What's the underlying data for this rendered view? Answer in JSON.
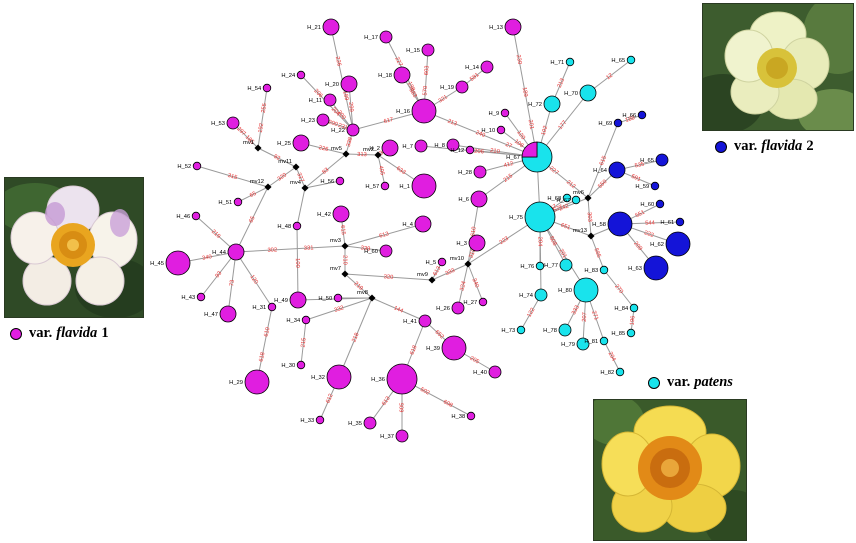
{
  "colors": {
    "flavida1": "#e01ee0",
    "flavida2": "#1414d8",
    "patens": "#19e3ec",
    "edge": "#9a9a9a",
    "mutation": "#e63333",
    "median": "#000000"
  },
  "legend": [
    {
      "group": "flavida1",
      "prefix": "var.",
      "name": "flavida",
      "suffix": "1"
    },
    {
      "group": "flavida2",
      "prefix": "var.",
      "name": "flavida",
      "suffix": "2"
    },
    {
      "group": "patens",
      "prefix": "var.",
      "name": "patens",
      "suffix": ""
    }
  ],
  "photos": [
    {
      "name": "flower-photo-var-flavida-1",
      "subject": "white-pink camellia flower"
    },
    {
      "name": "flower-photo-var-flavida-2",
      "subject": "pale yellow camellia flower"
    },
    {
      "name": "flower-photo-var-patens",
      "subject": "golden yellow camellia flower"
    }
  ],
  "network": {
    "nodes": [
      {
        "id": "H_13",
        "group": "flavida1",
        "size": "s"
      },
      {
        "id": "H_21",
        "group": "flavida1",
        "size": "s"
      },
      {
        "id": "H_17",
        "group": "flavida1",
        "size": "xs"
      },
      {
        "id": "H_15",
        "group": "flavida1",
        "size": "xs"
      },
      {
        "id": "H_24",
        "group": "flavida1",
        "size": "xxs"
      },
      {
        "id": "H_20",
        "group": "flavida1",
        "size": "s"
      },
      {
        "id": "H_18",
        "group": "flavida1",
        "size": "s"
      },
      {
        "id": "H_14",
        "group": "flavida1",
        "size": "xs"
      },
      {
        "id": "H_54",
        "group": "flavida1",
        "size": "xxs"
      },
      {
        "id": "H_11",
        "group": "flavida1",
        "size": "xs"
      },
      {
        "id": "H_19",
        "group": "flavida1",
        "size": "xs"
      },
      {
        "id": "H_16",
        "group": "flavida1",
        "size": "m"
      },
      {
        "id": "H_23",
        "group": "flavida1",
        "size": "xs"
      },
      {
        "id": "H_53",
        "group": "flavida1",
        "size": "xs"
      },
      {
        "id": "H_22",
        "group": "flavida1",
        "size": "xs"
      },
      {
        "id": "H_9",
        "group": "flavida1",
        "size": "xxs"
      },
      {
        "id": "H_10",
        "group": "flavida1",
        "size": "xxs"
      },
      {
        "id": "H_25",
        "group": "flavida1",
        "size": "s"
      },
      {
        "id": "H_7",
        "group": "flavida1",
        "size": "xs"
      },
      {
        "id": "H_8",
        "group": "flavida1",
        "size": "xs"
      },
      {
        "id": "H_12",
        "group": "flavida1",
        "size": "xxs"
      },
      {
        "id": "H_2",
        "group": "flavida1",
        "size": "s"
      },
      {
        "id": "H_52",
        "group": "flavida1",
        "size": "xxs"
      },
      {
        "id": "H_56",
        "group": "flavida1",
        "size": "xxs"
      },
      {
        "id": "H_28",
        "group": "flavida1",
        "size": "xs"
      },
      {
        "id": "H_57",
        "group": "flavida1",
        "size": "xxs"
      },
      {
        "id": "H_1",
        "group": "flavida1",
        "size": "m"
      },
      {
        "id": "H_51",
        "group": "flavida1",
        "size": "xxs"
      },
      {
        "id": "H_6",
        "group": "flavida1",
        "size": "s"
      },
      {
        "id": "H_46",
        "group": "flavida1",
        "size": "xxs"
      },
      {
        "id": "H_42",
        "group": "flavida1",
        "size": "s"
      },
      {
        "id": "H_48",
        "group": "flavida1",
        "size": "xxs"
      },
      {
        "id": "H_4",
        "group": "flavida1",
        "size": "s"
      },
      {
        "id": "H_44",
        "group": "flavida1",
        "size": "s"
      },
      {
        "id": "H_60",
        "group": "flavida1",
        "size": "xs"
      },
      {
        "id": "H_3",
        "group": "flavida1",
        "size": "s"
      },
      {
        "id": "H_45",
        "group": "flavida1",
        "size": "m"
      },
      {
        "id": "H_5",
        "group": "flavida1",
        "size": "xxs"
      },
      {
        "id": "H_43",
        "group": "flavida1",
        "size": "xxs"
      },
      {
        "id": "H_49",
        "group": "flavida1",
        "size": "s"
      },
      {
        "id": "H_50",
        "group": "flavida1",
        "size": "xxs"
      },
      {
        "id": "H_27",
        "group": "flavida1",
        "size": "xxs"
      },
      {
        "id": "H_47",
        "group": "flavida1",
        "size": "s"
      },
      {
        "id": "H_31",
        "group": "flavida1",
        "size": "xxs"
      },
      {
        "id": "H_26",
        "group": "flavida1",
        "size": "xs"
      },
      {
        "id": "H_34",
        "group": "flavida1",
        "size": "xxs"
      },
      {
        "id": "H_41",
        "group": "flavida1",
        "size": "xs"
      },
      {
        "id": "H_39",
        "group": "flavida1",
        "size": "m"
      },
      {
        "id": "H_30",
        "group": "flavida1",
        "size": "xxs"
      },
      {
        "id": "H_40",
        "group": "flavida1",
        "size": "xs"
      },
      {
        "id": "H_29",
        "group": "flavida1",
        "size": "m"
      },
      {
        "id": "H_32",
        "group": "flavida1",
        "size": "m"
      },
      {
        "id": "H_36",
        "group": "flavida1",
        "size": "l"
      },
      {
        "id": "H_33",
        "group": "flavida1",
        "size": "xxs"
      },
      {
        "id": "H_35",
        "group": "flavida1",
        "size": "xs"
      },
      {
        "id": "H_38",
        "group": "flavida1",
        "size": "xxs"
      },
      {
        "id": "H_37",
        "group": "flavida1",
        "size": "xs"
      },
      {
        "id": "H_71",
        "group": "patens",
        "size": "xxs"
      },
      {
        "id": "H_65",
        "group": "patens",
        "size": "xxs"
      },
      {
        "id": "H_72",
        "group": "patens",
        "size": "s"
      },
      {
        "id": "H_70",
        "group": "patens",
        "size": "s"
      },
      {
        "id": "H_67",
        "group": "patens",
        "size": "l",
        "pie": [
          {
            "group": "patens",
            "share": 0.75
          },
          {
            "group": "flavida1",
            "share": 0.25
          }
        ]
      },
      {
        "id": "H_68",
        "group": "patens",
        "size": "xxs"
      },
      {
        "id": "H_67b",
        "group": "patens",
        "size": "xxs"
      },
      {
        "id": "H_75",
        "group": "patens",
        "size": "l"
      },
      {
        "id": "H_76",
        "group": "patens",
        "size": "xxs"
      },
      {
        "id": "H_77",
        "group": "patens",
        "size": "xs"
      },
      {
        "id": "H_73",
        "group": "patens",
        "size": "xxs"
      },
      {
        "id": "H_74",
        "group": "patens",
        "size": "xs"
      },
      {
        "id": "H_80",
        "group": "patens",
        "size": "m"
      },
      {
        "id": "H_78",
        "group": "patens",
        "size": "xs"
      },
      {
        "id": "H_79",
        "group": "patens",
        "size": "xs"
      },
      {
        "id": "H_81",
        "group": "patens",
        "size": "xxs"
      },
      {
        "id": "H_82",
        "group": "patens",
        "size": "xxs"
      },
      {
        "id": "H_83",
        "group": "patens",
        "size": "xxs"
      },
      {
        "id": "H_84",
        "group": "patens",
        "size": "xxs"
      },
      {
        "id": "H_85",
        "group": "patens",
        "size": "xxs"
      },
      {
        "id": "H_66",
        "group": "flavida2",
        "size": "xxs"
      },
      {
        "id": "H_64",
        "group": "flavida2",
        "size": "s"
      },
      {
        "id": "H_65b",
        "group": "flavida2",
        "size": "xs"
      },
      {
        "id": "H_59",
        "group": "flavida2",
        "size": "xxs"
      },
      {
        "id": "H_60b",
        "group": "flavida2",
        "size": "xxs"
      },
      {
        "id": "H_61",
        "group": "flavida2",
        "size": "xxs"
      },
      {
        "id": "H_58",
        "group": "flavida2",
        "size": "m"
      },
      {
        "id": "H_62",
        "group": "flavida2",
        "size": "m"
      },
      {
        "id": "H_63",
        "group": "flavida2",
        "size": "m"
      },
      {
        "id": "H_69",
        "group": "flavida2",
        "size": "xxs"
      }
    ],
    "medians": [
      "mv1",
      "mv2",
      "mv3",
      "mv4",
      "mv5",
      "mv6",
      "mv7",
      "mv8",
      "mv9",
      "mv10",
      "mv11",
      "mv12",
      "mv13"
    ]
  }
}
